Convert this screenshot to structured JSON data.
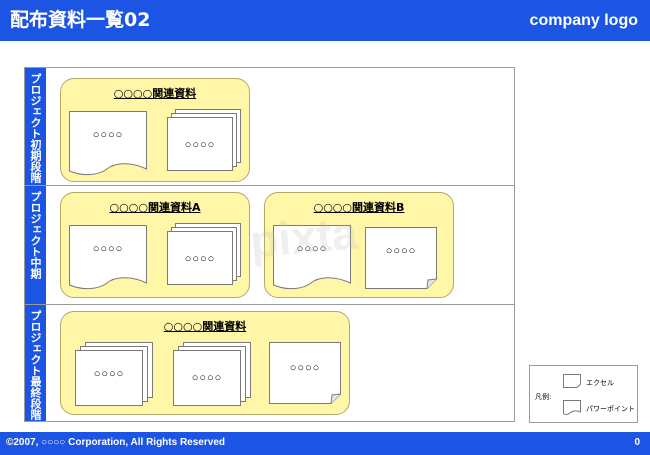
{
  "header": {
    "title": "配布資料一覧02",
    "logo": "company logo"
  },
  "footer": {
    "copyright": "©2007, ○○○○ Corporation, All Rights Reserved",
    "page": "0"
  },
  "phases": [
    {
      "label": "プロジェクト初期段階"
    },
    {
      "label": "プロジェクト中期"
    },
    {
      "label": "プロジェクト最終段階"
    }
  ],
  "groups": [
    {
      "title": "○○○○関連資料",
      "docs": [
        {
          "label": "○○○○",
          "kind": "powerpoint"
        },
        {
          "label": "○○○○",
          "kind": "excel"
        }
      ]
    },
    {
      "title": "○○○○関連資料A",
      "docs": [
        {
          "label": "○○○○",
          "kind": "powerpoint"
        },
        {
          "label": "○○○○",
          "kind": "excel"
        }
      ]
    },
    {
      "title": "○○○○関連資料B",
      "docs": [
        {
          "label": "○○○○",
          "kind": "powerpoint"
        },
        {
          "label": "○○○○",
          "kind": "excel"
        }
      ]
    },
    {
      "title": "○○○○関連資料",
      "docs": [
        {
          "label": "○○○○",
          "kind": "excel"
        },
        {
          "label": "○○○○",
          "kind": "excel"
        },
        {
          "label": "○○○○",
          "kind": "excel"
        }
      ]
    }
  ],
  "legend": {
    "title": "凡例:",
    "excel": "エクセル",
    "powerpoint": "パワーポイント"
  },
  "watermark": "pixta",
  "colors": {
    "brand": "#1c54e4",
    "group_fill": "#fff6a8",
    "group_border": "#b2a86a"
  }
}
